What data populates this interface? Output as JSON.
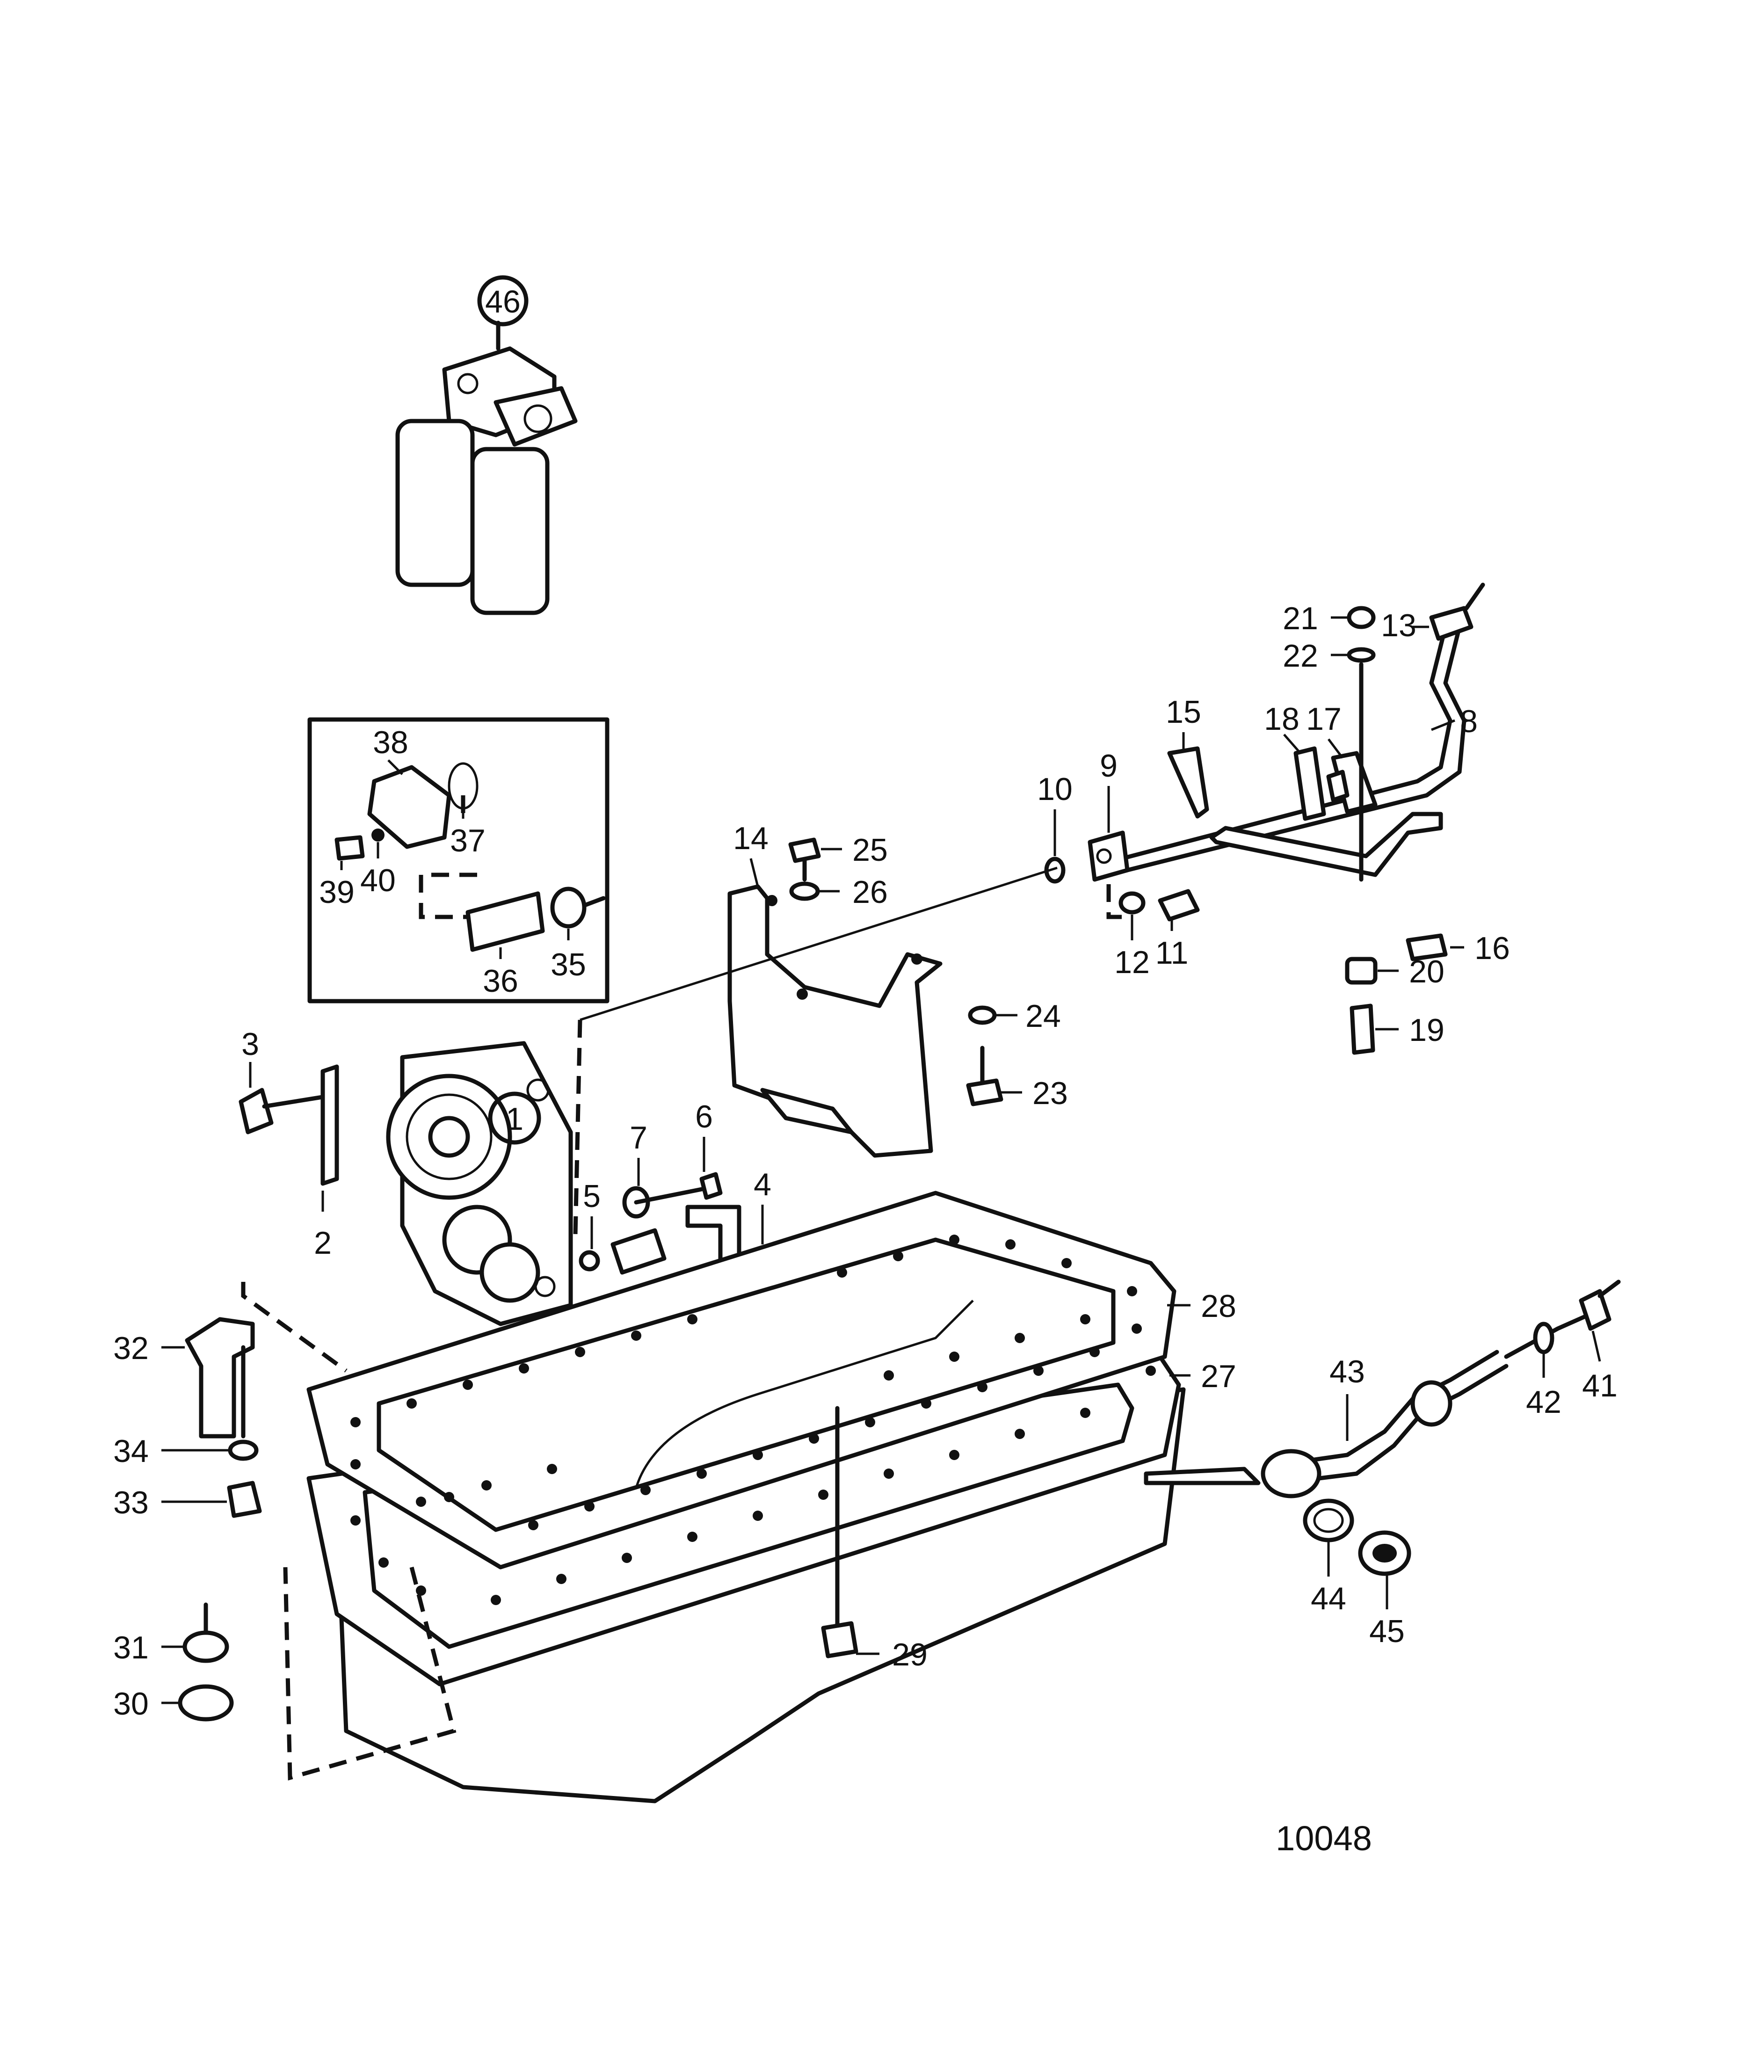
{
  "diagram": {
    "drawing_number": "10048",
    "callouts": [
      "1",
      "2",
      "3",
      "4",
      "5",
      "6",
      "7",
      "8",
      "9",
      "10",
      "11",
      "12",
      "13",
      "14",
      "15",
      "16",
      "17",
      "18",
      "19",
      "20",
      "21",
      "22",
      "23",
      "24",
      "25",
      "26",
      "27",
      "28",
      "29",
      "30",
      "31",
      "32",
      "33",
      "34",
      "35",
      "36",
      "37",
      "38",
      "39",
      "40",
      "41",
      "42",
      "43",
      "44",
      "45",
      "46"
    ],
    "circled_callouts": [
      "1",
      "46"
    ]
  }
}
